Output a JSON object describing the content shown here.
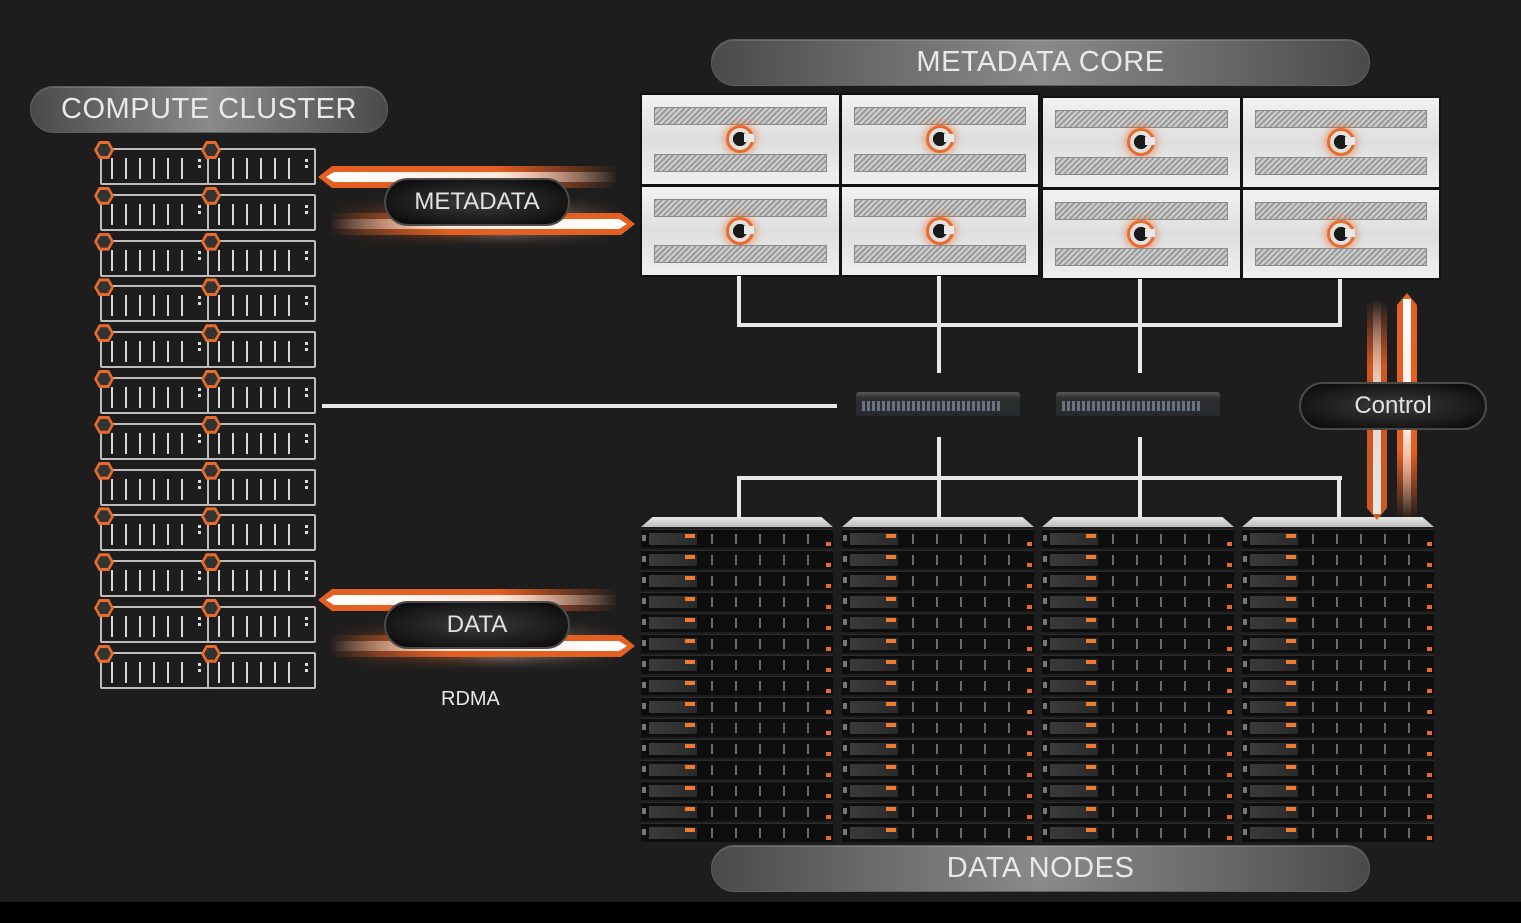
{
  "sections": {
    "compute_cluster": "COMPUTE CLUSTER",
    "metadata_core": "METADATA CORE",
    "data_nodes": "DATA NODES"
  },
  "flows": {
    "metadata": "METADATA",
    "data": "DATA",
    "control": "Control",
    "rdma": "RDMA"
  },
  "topology": {
    "compute_rows": 12,
    "compute_units_per_row": 2,
    "metadata_blocks": 2,
    "metadata_blades_per_block": 4,
    "network_switches": 2,
    "data_racks": 4,
    "data_nodes_per_rack": 15
  },
  "colors": {
    "background": "#1d1d1d",
    "accent_orange": "#e35f22",
    "link_white": "#e8e8e8",
    "label_pill": "#6b6b6b"
  }
}
